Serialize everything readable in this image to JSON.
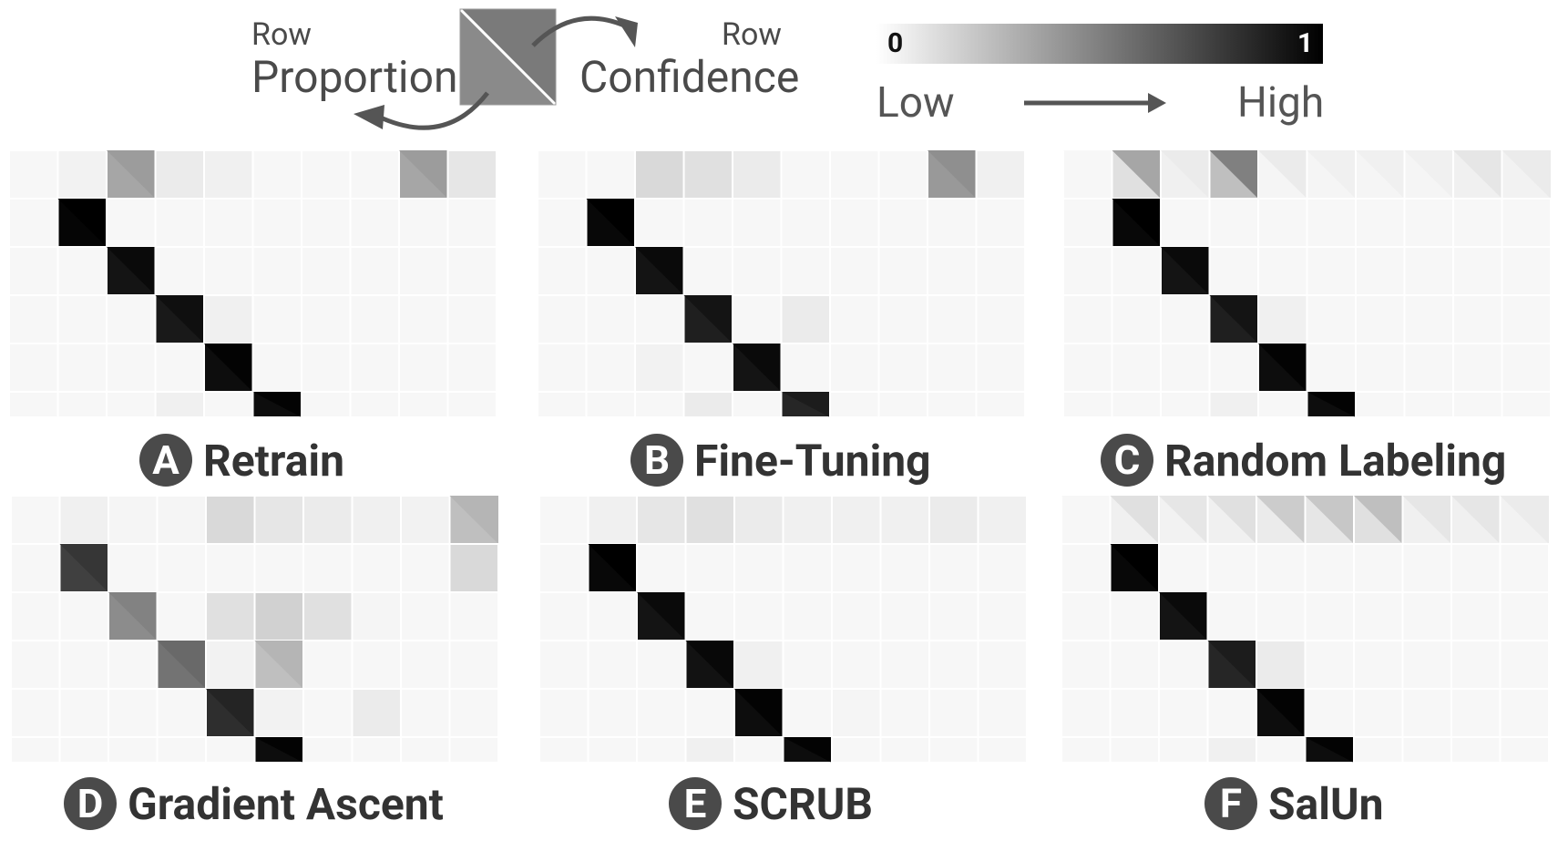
{
  "legend": {
    "left_small": "Row",
    "left_big": "Proportion",
    "right_small": "Row",
    "right_big": "Confidence",
    "colorbar_min": "0",
    "colorbar_max": "1",
    "low": "Low",
    "high": "High",
    "colors": {
      "low": "#ffffff",
      "high": "#000000",
      "grid_line": "#ffffff",
      "arrow": "#555555"
    }
  },
  "chart_data": [
    {
      "type": "heatmap",
      "badge": "A",
      "title": "Retrain",
      "matrix": [
        [
          0.03,
          0.05,
          0.35,
          0.08,
          0.06,
          0.03,
          0.03,
          0.03,
          0.35,
          0.1
        ],
        [
          0.03,
          0.98,
          0.03,
          0.03,
          0.03,
          0.03,
          0.03,
          0.03,
          0.03,
          0.03
        ],
        [
          0.03,
          0.03,
          0.92,
          0.03,
          0.03,
          0.03,
          0.03,
          0.03,
          0.03,
          0.03
        ],
        [
          0.03,
          0.03,
          0.03,
          0.9,
          0.06,
          0.03,
          0.03,
          0.03,
          0.03,
          0.03
        ],
        [
          0.03,
          0.03,
          0.03,
          0.03,
          0.95,
          0.03,
          0.03,
          0.03,
          0.03,
          0.03
        ],
        [
          0.03,
          0.03,
          0.03,
          0.06,
          0.03,
          0.95,
          0.03,
          0.03,
          0.03,
          0.03
        ]
      ]
    },
    {
      "type": "heatmap",
      "badge": "B",
      "title": "Fine-Tuning",
      "matrix": [
        [
          0.03,
          0.03,
          0.15,
          0.12,
          0.08,
          0.03,
          0.03,
          0.03,
          0.4,
          0.06
        ],
        [
          0.03,
          0.97,
          0.03,
          0.03,
          0.03,
          0.03,
          0.03,
          0.03,
          0.03,
          0.03
        ],
        [
          0.03,
          0.03,
          0.92,
          0.03,
          0.03,
          0.03,
          0.03,
          0.03,
          0.03,
          0.03
        ],
        [
          0.03,
          0.03,
          0.03,
          0.88,
          0.03,
          0.08,
          0.03,
          0.03,
          0.03,
          0.03
        ],
        [
          0.03,
          0.03,
          0.05,
          0.03,
          0.92,
          0.03,
          0.03,
          0.03,
          0.03,
          0.03
        ],
        [
          0.03,
          0.03,
          0.03,
          0.08,
          0.03,
          0.85,
          0.03,
          0.03,
          0.03,
          0.03
        ]
      ]
    },
    {
      "type": "heatmap",
      "badge": "C",
      "title": "Random Labeling",
      "matrix": [
        [
          0.03,
          0.12,
          0.06,
          0.25,
          0.04,
          0.04,
          0.04,
          0.04,
          0.06,
          0.05
        ],
        [
          0.03,
          0.97,
          0.03,
          0.03,
          0.03,
          0.03,
          0.03,
          0.03,
          0.03,
          0.03
        ],
        [
          0.03,
          0.03,
          0.92,
          0.03,
          0.03,
          0.03,
          0.03,
          0.03,
          0.03,
          0.03
        ],
        [
          0.03,
          0.03,
          0.03,
          0.88,
          0.06,
          0.03,
          0.03,
          0.03,
          0.03,
          0.03
        ],
        [
          0.03,
          0.03,
          0.03,
          0.03,
          0.95,
          0.03,
          0.03,
          0.03,
          0.03,
          0.03
        ],
        [
          0.03,
          0.03,
          0.03,
          0.06,
          0.03,
          0.95,
          0.03,
          0.03,
          0.03,
          0.03
        ]
      ],
      "confidence_row0": [
        0.03,
        0.35,
        0.08,
        0.5,
        0.08,
        0.06,
        0.06,
        0.06,
        0.1,
        0.08
      ]
    },
    {
      "type": "heatmap",
      "badge": "D",
      "title": "Gradient Ascent",
      "matrix": [
        [
          0.03,
          0.06,
          0.04,
          0.04,
          0.15,
          0.1,
          0.08,
          0.06,
          0.05,
          0.25
        ],
        [
          0.03,
          0.75,
          0.03,
          0.03,
          0.03,
          0.03,
          0.03,
          0.03,
          0.03,
          0.15
        ],
        [
          0.03,
          0.03,
          0.45,
          0.03,
          0.12,
          0.18,
          0.12,
          0.04,
          0.03,
          0.03
        ],
        [
          0.03,
          0.03,
          0.03,
          0.55,
          0.05,
          0.25,
          0.03,
          0.03,
          0.03,
          0.03
        ],
        [
          0.03,
          0.03,
          0.03,
          0.03,
          0.82,
          0.05,
          0.03,
          0.08,
          0.03,
          0.03
        ],
        [
          0.03,
          0.03,
          0.03,
          0.03,
          0.03,
          0.95,
          0.03,
          0.03,
          0.03,
          0.03
        ]
      ]
    },
    {
      "type": "heatmap",
      "badge": "E",
      "title": "SCRUB",
      "matrix": [
        [
          0.03,
          0.06,
          0.1,
          0.12,
          0.08,
          0.06,
          0.06,
          0.06,
          0.08,
          0.06
        ],
        [
          0.03,
          0.97,
          0.03,
          0.03,
          0.03,
          0.03,
          0.03,
          0.03,
          0.03,
          0.03
        ],
        [
          0.03,
          0.03,
          0.92,
          0.03,
          0.03,
          0.03,
          0.03,
          0.03,
          0.03,
          0.03
        ],
        [
          0.03,
          0.03,
          0.03,
          0.93,
          0.06,
          0.03,
          0.03,
          0.03,
          0.03,
          0.03
        ],
        [
          0.03,
          0.03,
          0.03,
          0.03,
          0.95,
          0.03,
          0.04,
          0.03,
          0.03,
          0.03
        ],
        [
          0.03,
          0.03,
          0.03,
          0.06,
          0.03,
          0.95,
          0.03,
          0.03,
          0.03,
          0.03
        ]
      ]
    },
    {
      "type": "heatmap",
      "badge": "F",
      "title": "SalUn",
      "matrix": [
        [
          0.03,
          0.06,
          0.05,
          0.06,
          0.08,
          0.1,
          0.12,
          0.06,
          0.06,
          0.05
        ],
        [
          0.03,
          0.97,
          0.03,
          0.03,
          0.03,
          0.03,
          0.03,
          0.03,
          0.03,
          0.03
        ],
        [
          0.03,
          0.03,
          0.92,
          0.03,
          0.03,
          0.03,
          0.03,
          0.03,
          0.03,
          0.03
        ],
        [
          0.03,
          0.03,
          0.03,
          0.85,
          0.08,
          0.03,
          0.03,
          0.03,
          0.03,
          0.03
        ],
        [
          0.03,
          0.03,
          0.03,
          0.03,
          0.95,
          0.03,
          0.03,
          0.03,
          0.03,
          0.03
        ],
        [
          0.03,
          0.03,
          0.03,
          0.06,
          0.03,
          0.95,
          0.03,
          0.03,
          0.03,
          0.03
        ]
      ],
      "confidence_row0": [
        0.03,
        0.12,
        0.1,
        0.12,
        0.2,
        0.22,
        0.25,
        0.1,
        0.1,
        0.08
      ]
    }
  ]
}
